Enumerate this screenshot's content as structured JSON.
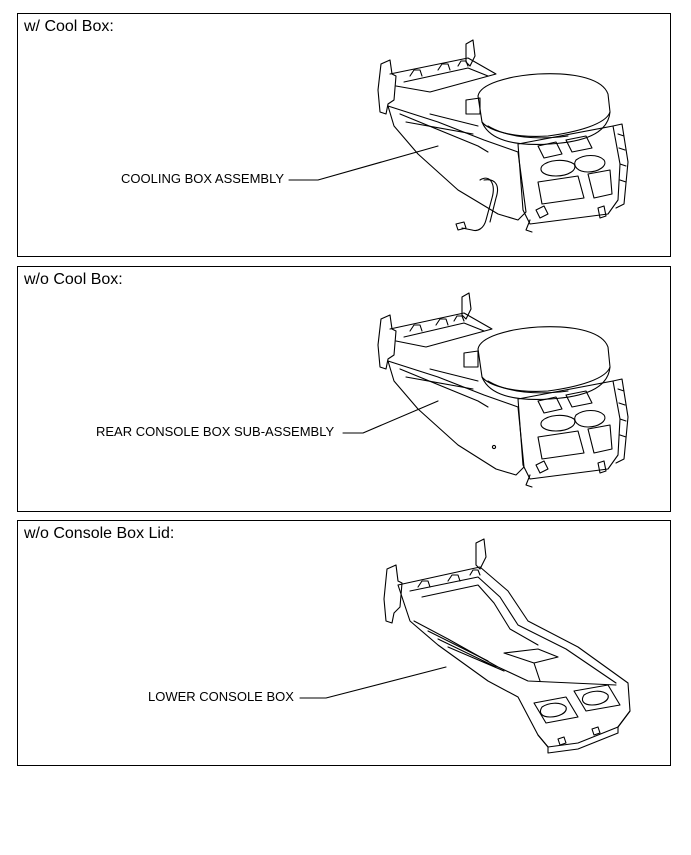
{
  "panels": [
    {
      "heading": "w/ Cool Box:",
      "callout": "COOLING BOX ASSEMBLY"
    },
    {
      "heading": "w/o Cool Box:",
      "callout": "REAR CONSOLE BOX SUB-ASSEMBLY"
    },
    {
      "heading": "w/o Console Box Lid:",
      "callout": "LOWER CONSOLE BOX"
    }
  ]
}
